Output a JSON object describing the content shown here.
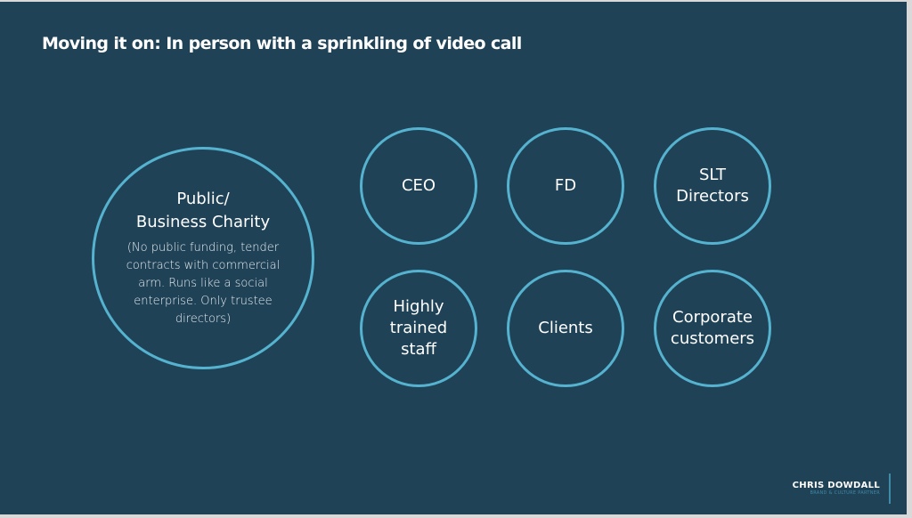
{
  "slide": {
    "title": "Moving it on: In person with a sprinkling of video call",
    "main_circle": {
      "title_line1": "Public/",
      "title_line2": "Business Charity",
      "description": "(No public funding, tender contracts with commercial arm. Runs like a social enterprise. Only trustee directors)"
    },
    "circles": [
      {
        "line1": "CEO",
        "line2": ""
      },
      {
        "line1": "FD",
        "line2": ""
      },
      {
        "line1": "SLT",
        "line2": "Directors"
      },
      {
        "line1": "Highly",
        "line2": "trained",
        "line3": "staff"
      },
      {
        "line1": "Clients",
        "line2": ""
      },
      {
        "line1": "Corporate",
        "line2": "customers"
      }
    ],
    "logo": {
      "name": "CHRIS DOWDALL",
      "tagline": "BRAND & CULTURE PARTNER"
    },
    "colors": {
      "background": "#1f4257",
      "accent": "#55b3cf"
    }
  }
}
